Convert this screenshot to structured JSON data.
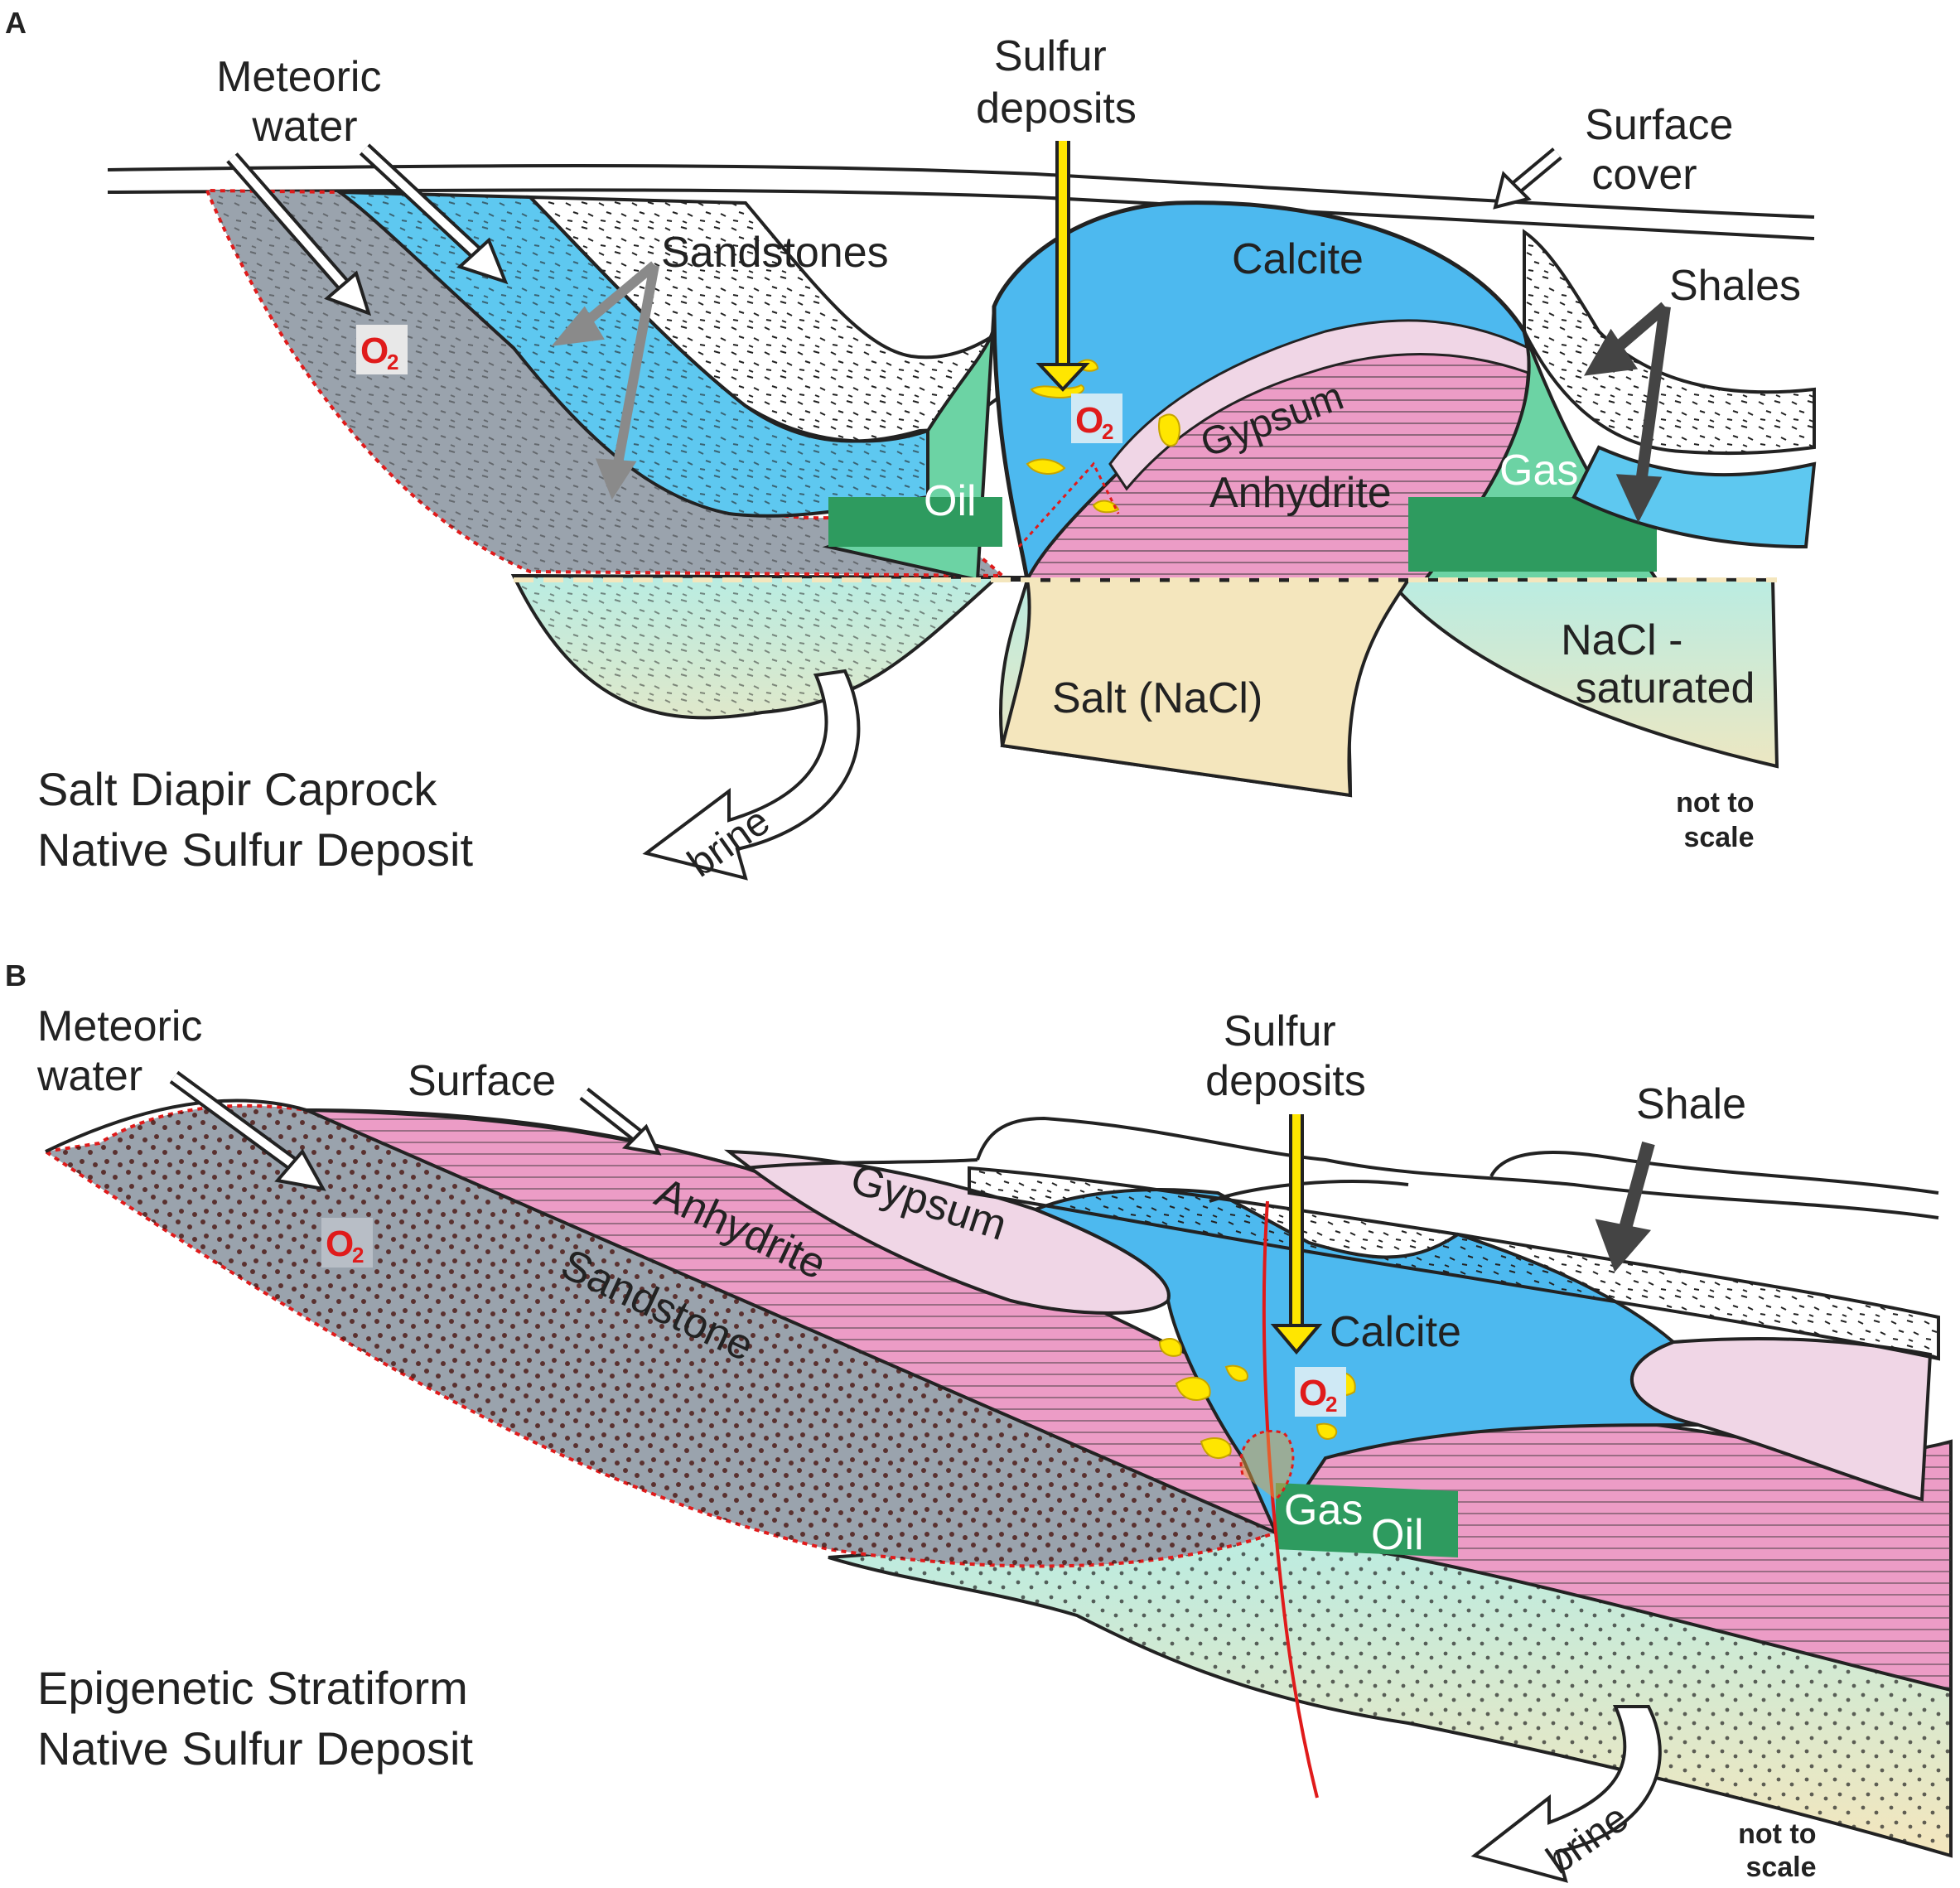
{
  "panel_a": {
    "letter": "A",
    "meteoric_water": [
      "Meteoric",
      "water"
    ],
    "sulfur_deposits": [
      "Sulfur",
      "deposits"
    ],
    "surface_cover": [
      "Surface",
      "cover"
    ],
    "sandstones": "Sandstones",
    "calcite": "Calcite",
    "shales": "Shales",
    "o2": "O",
    "o2_sub": "2",
    "gypsum": "Gypsum",
    "anhydrite": "Anhydrite",
    "oil": "Oil",
    "gas": "Gas",
    "salt": "Salt (NaCl)",
    "nacl_saturated": [
      "NaCl -",
      "saturated"
    ],
    "brine": "brine",
    "title": [
      "Salt Diapir Caprock",
      "Native Sulfur Deposit"
    ],
    "not_to_scale": [
      "not to",
      "scale"
    ]
  },
  "panel_b": {
    "letter": "B",
    "meteoric_water": [
      "Meteoric",
      "water"
    ],
    "surface": "Surface",
    "sulfur_deposits": [
      "Sulfur",
      "deposits"
    ],
    "shale": "Shale",
    "gypsum": "Gypsum",
    "anhydrite": "Anhydrite",
    "sandstone": "Sandstone",
    "calcite": "Calcite",
    "o2": "O",
    "o2_sub": "2",
    "gas": "Gas",
    "oil": "Oil",
    "brine": "brine",
    "title": [
      "Epigenetic Stratiform",
      "Native Sulfur Deposit"
    ],
    "not_to_scale": [
      "not to",
      "scale"
    ]
  },
  "colors": {
    "sandstone_blue": "#5ec8f0",
    "calcite_blue": "#4db9ef",
    "gray_zone": "#9ba3ad",
    "pink_anhydrite": "#ec9cc6",
    "light_pink_gypsum": "#f0d6e6",
    "oil_green": "#2e9b5f",
    "gas_green": "#6cd3a4",
    "salt_tan": "#f4e6bd",
    "aquifer_cyan": "#bdeadf",
    "sulfur_yellow": "#ffe600",
    "oxidation_red": "#e01b1b"
  }
}
